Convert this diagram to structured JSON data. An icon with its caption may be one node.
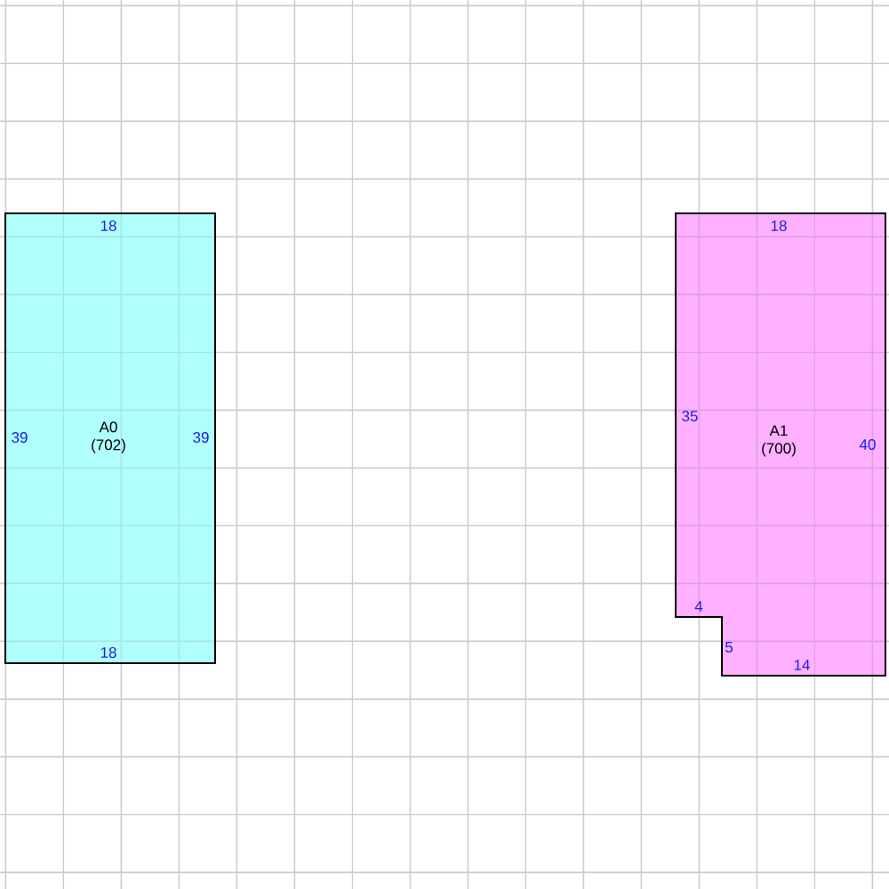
{
  "diagram": {
    "nodes": [
      {
        "text": [
          "A0",
          "(702)"
        ]
      },
      {
        "text": [
          "A1",
          "(700)"
        ]
      }
    ],
    "labels": [
      "18",
      "39",
      "39",
      "18",
      "18",
      "35",
      "40",
      "4",
      "5",
      "14"
    ]
  }
}
